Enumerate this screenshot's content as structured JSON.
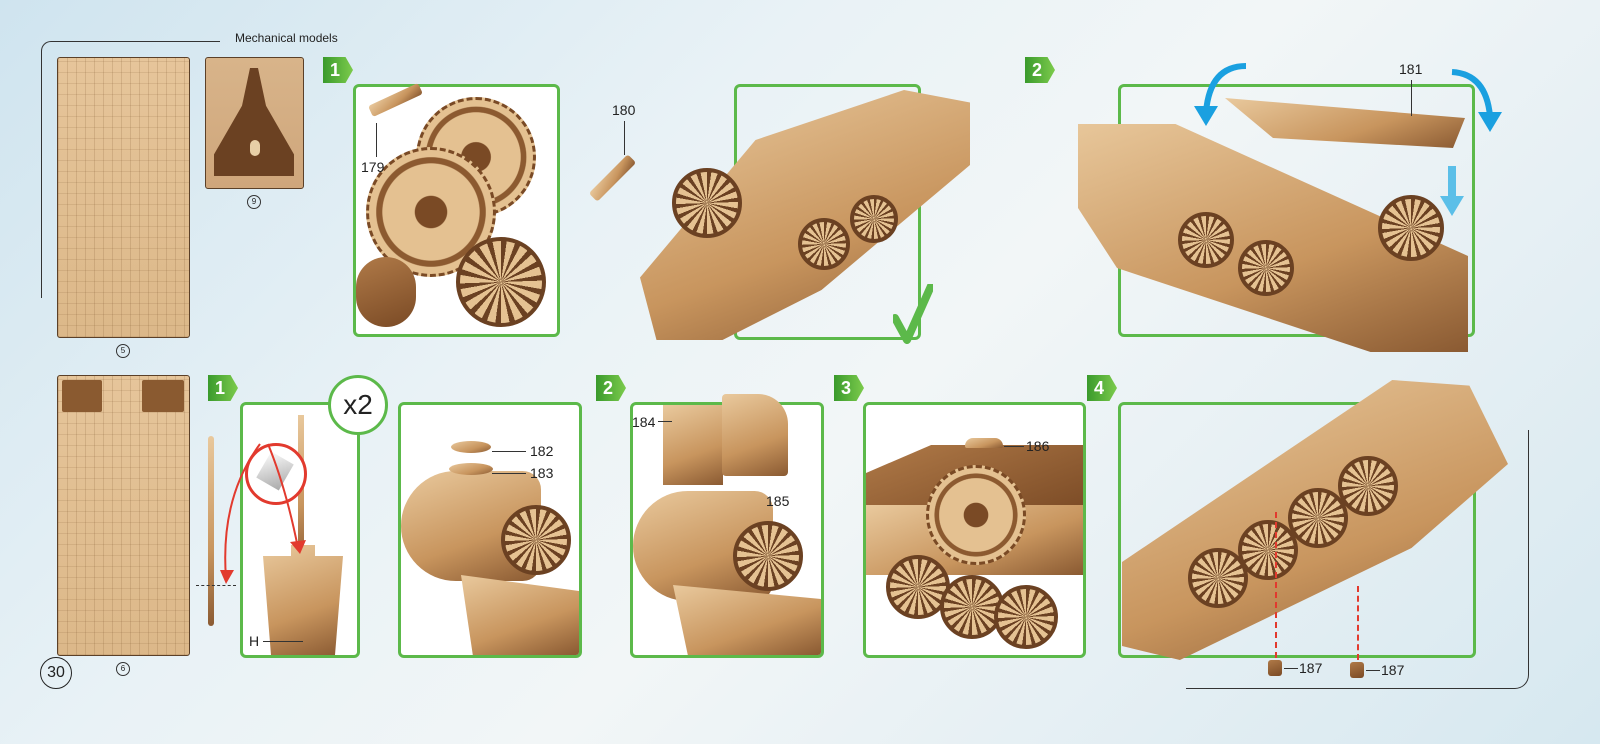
{
  "header": {
    "section_title": "Mechanical models"
  },
  "page_number": "30",
  "sheets": [
    {
      "id": "sheet-5",
      "number": "5"
    },
    {
      "id": "sheet-9",
      "number": "9"
    },
    {
      "id": "sheet-6",
      "number": "6"
    }
  ],
  "top_steps": [
    {
      "badge": "1",
      "parts": [
        "179",
        "180"
      ]
    },
    {
      "badge": "2",
      "parts": [
        "181"
      ]
    }
  ],
  "bottom_steps": [
    {
      "badge": "1",
      "multiplier": "x2",
      "tool_label": "H"
    },
    {
      "parts": [
        "182",
        "183"
      ]
    },
    {
      "badge": "2",
      "parts": [
        "184",
        "185"
      ]
    },
    {
      "badge": "3",
      "parts": [
        "186"
      ]
    },
    {
      "badge": "4",
      "parts": [
        "187",
        "187"
      ]
    }
  ],
  "colors": {
    "step_green": "#5cb94a",
    "rotate_arrow_blue": "#1aa0e0",
    "cut_arrow_red": "#e23a2e",
    "wood": "#dcb889"
  },
  "icons": [
    "check-mark-icon",
    "rotate-arrow-icon",
    "down-arrow-icon",
    "blade-icon"
  ]
}
